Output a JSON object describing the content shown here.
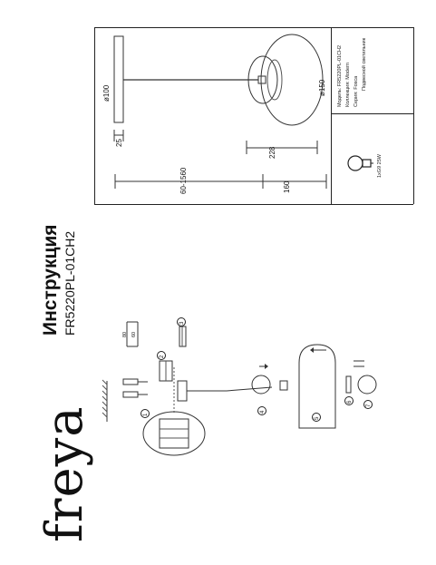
{
  "brand": {
    "name": "freya"
  },
  "header": {
    "title": "Инструкция",
    "model": "FR5220PL-01CH2"
  },
  "dimensions": {
    "top_d": "ø100",
    "lamp_d": "ø150",
    "length": "60-1560",
    "extra": "160",
    "shade": "228",
    "mount": "25"
  },
  "spec_table": {
    "rows": [
      {
        "label": "Модель",
        "value": "FR5220PL-01CH2"
      },
      {
        "label": "Коллекция",
        "value": "Modern"
      },
      {
        "label": "Серия",
        "value": "Fosca"
      },
      {
        "label": "",
        "value": "Подвесной светильник"
      }
    ],
    "lamp": "1xG9 25W"
  },
  "assembly": {
    "parts": [
      "1",
      "2",
      "3",
      "4",
      "5",
      "6",
      "7"
    ],
    "screw_dims": [
      "80",
      "60"
    ]
  }
}
